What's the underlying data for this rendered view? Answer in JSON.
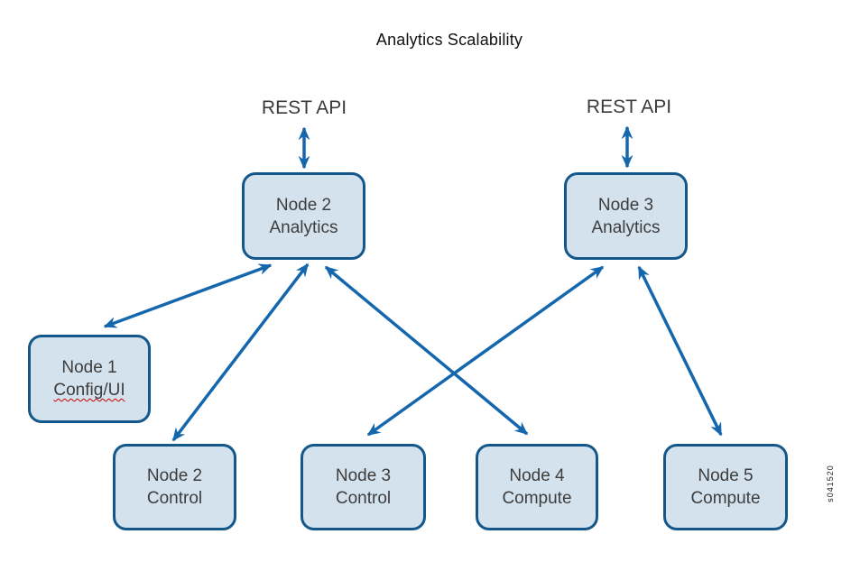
{
  "title": "Analytics Scalability",
  "rest_api": [
    "REST API",
    "REST API"
  ],
  "nodes": {
    "node2_analytics": {
      "line1": "Node 2",
      "line2": "Analytics"
    },
    "node3_analytics": {
      "line1": "Node 3",
      "line2": "Analytics"
    },
    "node1_config_ui": {
      "line1": "Node 1",
      "line2": "Config/UI"
    },
    "node2_control": {
      "line1": "Node 2",
      "line2": "Control"
    },
    "node3_control": {
      "line1": "Node 3",
      "line2": "Control"
    },
    "node4_compute": {
      "line1": "Node 4",
      "line2": "Compute"
    },
    "node5_compute": {
      "line1": "Node 5",
      "line2": "Compute"
    }
  },
  "connections": [
    "REST API <-> Node 2 Analytics",
    "REST API <-> Node 3 Analytics",
    "Node 2 Analytics <-> Node 1 Config/UI",
    "Node 2 Analytics <-> Node 2 Control",
    "Node 2 Analytics <-> Node 4 Compute",
    "Node 3 Analytics <-> Node 3 Control",
    "Node 3 Analytics <-> Node 5 Compute"
  ],
  "watermark": "s041520",
  "colors": {
    "box_fill": "#d4e2ee",
    "box_border": "#14578a",
    "arrow": "#1467ad",
    "text": "#3d3d3d",
    "misspell_underline": "#cc0000"
  }
}
